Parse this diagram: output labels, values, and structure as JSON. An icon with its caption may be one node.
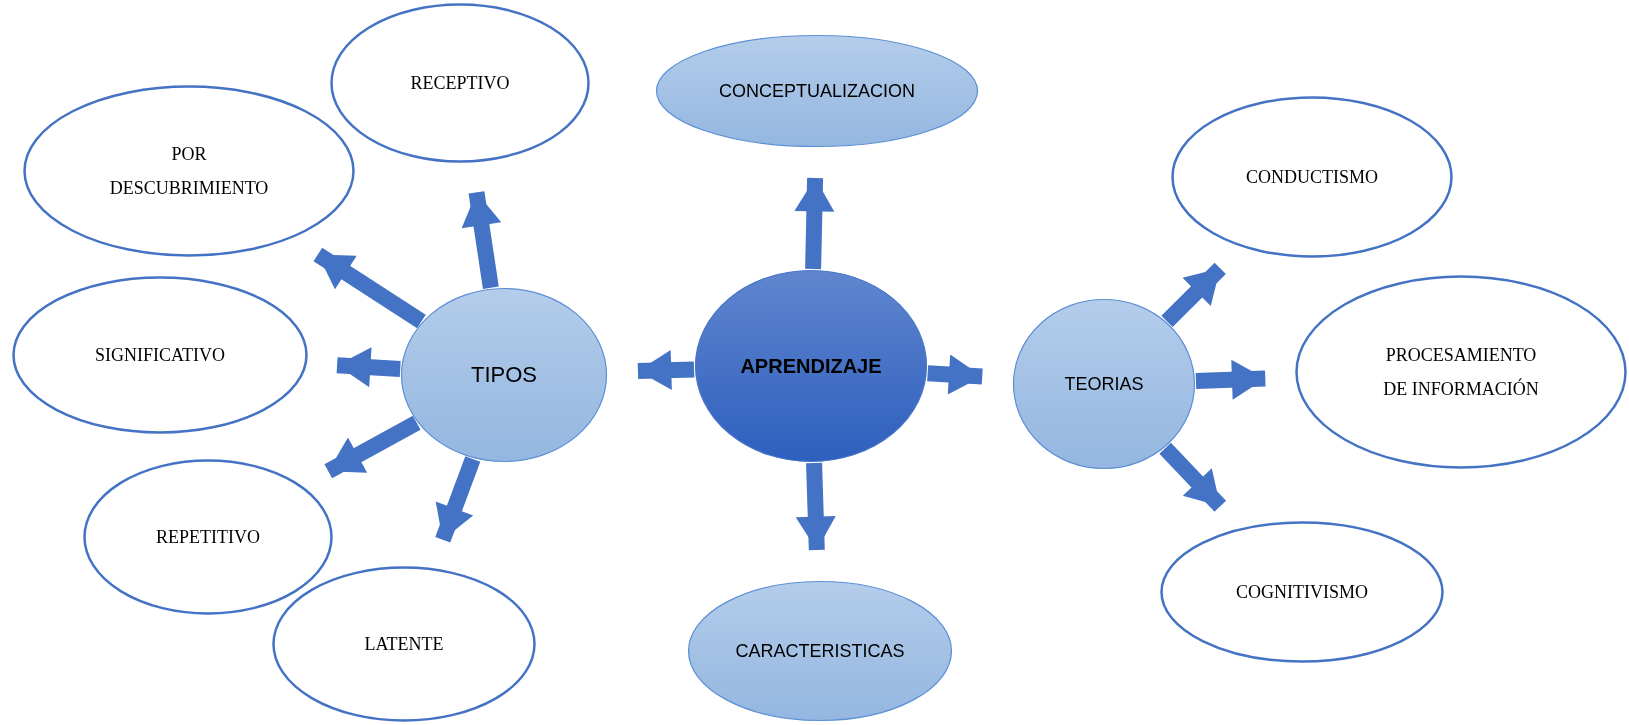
{
  "diagram": {
    "nodes": [
      {
        "text": [
          "APRENDIZAJE"
        ]
      },
      {
        "text": [
          "CONCEPTUALIZACION"
        ]
      },
      {
        "text": [
          "TIPOS"
        ]
      },
      {
        "text": [
          "TEORIAS"
        ]
      },
      {
        "text": [
          "CARACTERISTICAS"
        ]
      },
      {
        "text": [
          "RECEPTIVO"
        ]
      },
      {
        "text": [
          "POR DESCUBRIMIENTO"
        ]
      },
      {
        "text": [
          "SIGNIFICATIVO"
        ]
      },
      {
        "text": [
          "REPETITIVO"
        ]
      },
      {
        "text": [
          "LATENTE"
        ]
      },
      {
        "text": [
          "CONDUCTISMO"
        ]
      },
      {
        "text": [
          "PROCESAMIENTO DE INFORMACIÓN"
        ]
      },
      {
        "text": [
          "COGNITIVISMO"
        ]
      }
    ],
    "edges": [
      {
        "from": 0,
        "to": 1,
        "arrow": "to"
      },
      {
        "from": 0,
        "to": 2,
        "arrow": "to"
      },
      {
        "from": 0,
        "to": 3,
        "arrow": "to"
      },
      {
        "from": 0,
        "to": 4,
        "arrow": "to"
      },
      {
        "from": 2,
        "to": 5,
        "arrow": "to"
      },
      {
        "from": 2,
        "to": 6,
        "arrow": "to"
      },
      {
        "from": 2,
        "to": 7,
        "arrow": "to"
      },
      {
        "from": 2,
        "to": 8,
        "arrow": "to"
      },
      {
        "from": 2,
        "to": 9,
        "arrow": "to"
      },
      {
        "from": 3,
        "to": 10,
        "arrow": "to"
      },
      {
        "from": 3,
        "to": 11,
        "arrow": "to"
      },
      {
        "from": 3,
        "to": 12,
        "arrow": "to"
      }
    ]
  }
}
